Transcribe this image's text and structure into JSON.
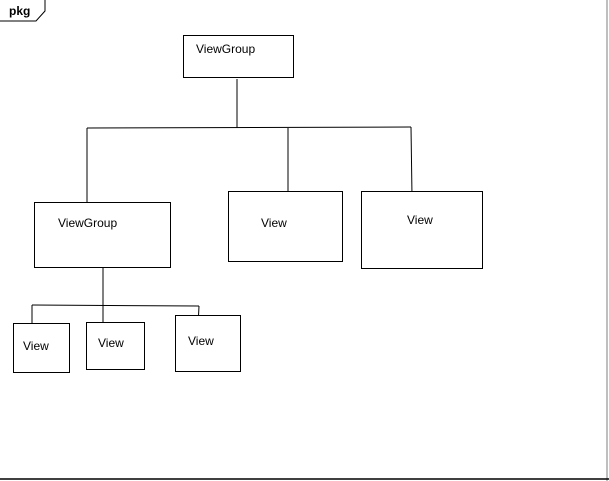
{
  "package": {
    "tab_label": "pkg"
  },
  "nodes": {
    "root": {
      "label": "ViewGroup"
    },
    "child_group": {
      "label": "ViewGroup"
    },
    "view_mid": {
      "label": "View"
    },
    "view_right": {
      "label": "View"
    },
    "leaf_1": {
      "label": "View"
    },
    "leaf_2": {
      "label": "View"
    },
    "leaf_3": {
      "label": "View"
    }
  },
  "colors": {
    "stroke": "#000000",
    "background": "#ffffff",
    "frame": "#bfbfbf"
  }
}
